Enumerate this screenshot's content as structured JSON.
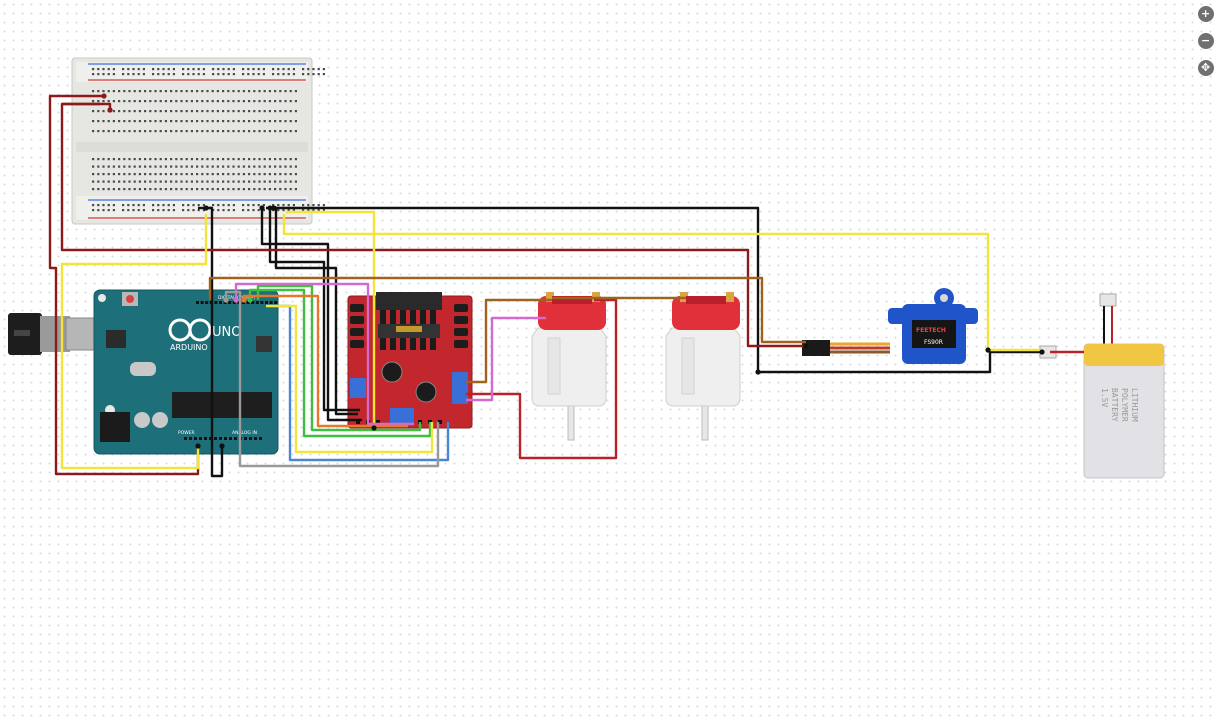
{
  "toolbar": {
    "zoom_in_icon": "zoom-in-icon",
    "zoom_out_icon": "zoom-out-icon",
    "fit_icon": "fit-to-screen-icon"
  },
  "arduino": {
    "logo_text": "UNO",
    "brand": "ARDUINO",
    "header_digital": "DIGITAL (PWM~)",
    "header_power": "POWER",
    "header_analog": "ANALOG IN"
  },
  "servo": {
    "brand": "FEETECH",
    "model": "FS90R"
  },
  "battery": {
    "line1": "LITHIUM",
    "line2": "POLYMER",
    "line3": "BATTERY",
    "line4": "1.5V"
  },
  "colors": {
    "wire_black": "#111111",
    "wire_red": "#8b1a1a",
    "wire_yellow": "#f2e43a",
    "wire_brown": "#a0621e",
    "wire_green": "#3fbf3f",
    "wire_blue": "#4a86d6",
    "wire_magenta": "#d46ad0",
    "wire_gray": "#9a9a9a",
    "wire_orange": "#e8762b",
    "board_teal": "#1d6f7a",
    "driver_red": "#c1272d",
    "motor_red": "#e0303a"
  }
}
